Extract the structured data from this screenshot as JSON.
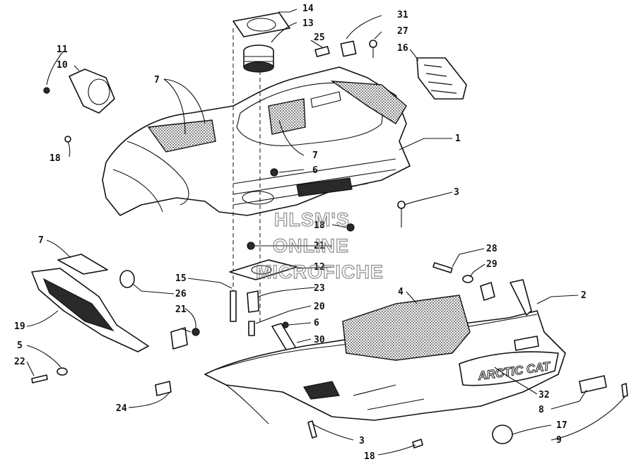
{
  "diagram": {
    "callouts": [
      "14",
      "13",
      "25",
      "31",
      "27",
      "16",
      "11",
      "10",
      "7",
      "1",
      "18",
      "6",
      "3",
      "7",
      "18",
      "21",
      "12",
      "23",
      "15",
      "26",
      "21",
      "20",
      "6",
      "30",
      "28",
      "29",
      "4",
      "2",
      "19",
      "5",
      "22",
      "24",
      "32",
      "8",
      "17",
      "9",
      "3",
      "18",
      "7"
    ],
    "watermark": [
      "HLSM'S",
      "ONLINE",
      "MICROFICHE"
    ],
    "logo_text": "ARCTIC CAT"
  }
}
